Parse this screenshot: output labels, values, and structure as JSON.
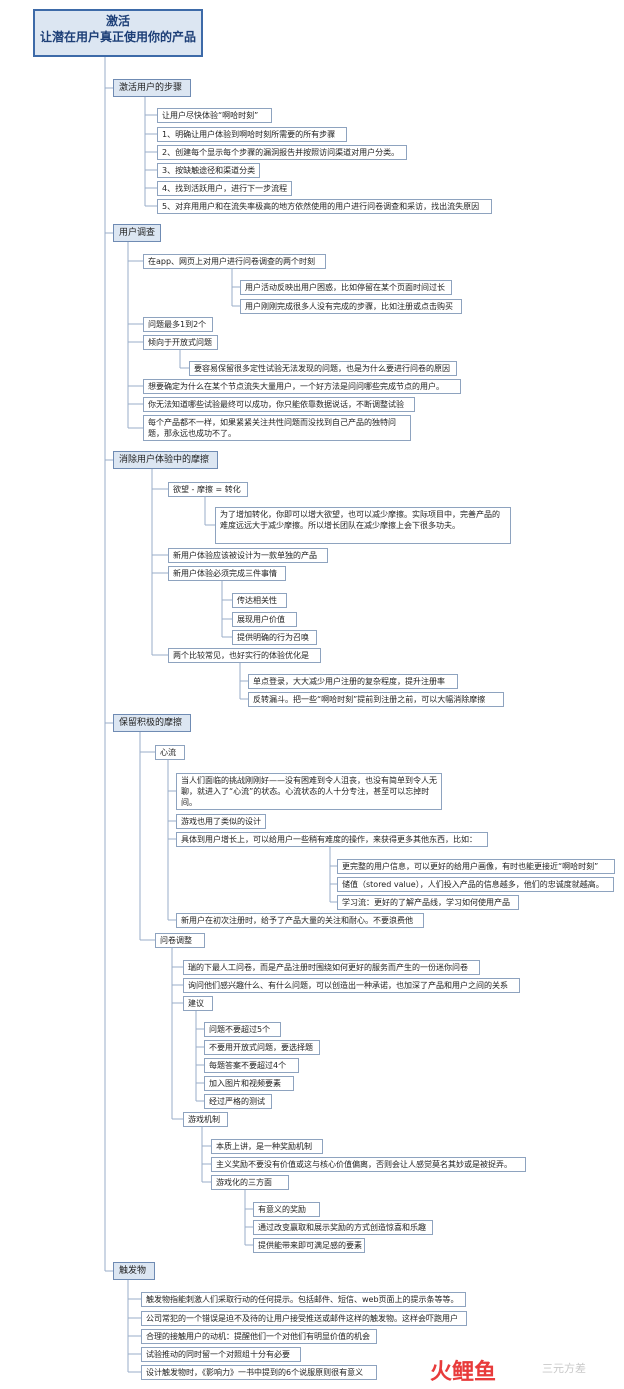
{
  "root": {
    "title_line1": "激活",
    "title_line2": "让潜在用户真正使用你的产品"
  },
  "sections": {
    "s1": "激活用户的步骤",
    "s2": "用户调查",
    "s3": "消除用户体验中的摩擦",
    "s4": "保留积极的摩擦",
    "s5": "触发物"
  },
  "steps": {
    "intro": "让用户尽快体验“啊哈时刻”",
    "i1": "1、明确让用户体验到啊哈时刻所需要的所有步骤",
    "i2": "2、创建每个显示每个步骤的漏洞报告并按照访问渠道对用户分类。",
    "i3": "3、按缺触途径和渠道分类",
    "i4": "4、找到活跃用户，进行下一步流程",
    "i5": "5、对弃用用户和在流失率极高的地方依然使用的用户进行问卷调查和采访，找出流失原因"
  },
  "survey": {
    "when": "在app、网页上对用户进行问卷调查的两个时刻",
    "when1": "用户活动反映出用户困惑，比如停留在某个页面时间过长",
    "when2": "用户刚刚完成很多人没有完成的步骤，比如注册或点击购买",
    "count": "问题最多1到2个",
    "open": "倾向于开放式问题",
    "open_reason": "要容易保留很多定性试验无法发现的问题，也是为什么要进行问卷的原因",
    "drop": "想要确定为什么在某个节点流失大量用户，一个好方法是问问哪些完成节点的用户。",
    "unknown": "你无法知道哪些试验最终可以成功，你只能依靠数据说话，不断调整试验",
    "unique": "每个产品都不一样，如果紧紧关注共性问题而没找到自己产品的独特问题，那永远也成功不了。"
  },
  "friction": {
    "formula": "欲望 - 摩擦 = 转化",
    "formula_note": "为了增加转化，你即可以增大欲望，也可以减少摩擦。实际项目中，完善产品的难度远远大于减少摩擦。所以增长团队在减少摩擦上会下很多功夫。",
    "single": "新用户体验应该被设计为一款单独的产品",
    "three": "新用户体验必须完成三件事情",
    "three1": "传达相关性",
    "three2": "展现用户价值",
    "three3": "提供明确的行为召唤",
    "common": "两个比较常见，也好实行的体验优化是",
    "common1": "单点登录，大大减少用户注册的复杂程度，提升注册率",
    "common2": "反转漏斗。把一些“啊哈时刻”提前到注册之前，可以大幅消除摩擦"
  },
  "positive": {
    "flow": "心流",
    "flow_desc": "当人们面临的挑战刚刚好——没有困难到令人沮丧，也没有简单到令人无聊，就进入了“心流”的状态。心流状态的人十分专注，甚至可以忘掉时间。",
    "game": "游戏也用了类似的设计",
    "growth": "具体到用户增长上，可以给用户一些稍有难度的操作，来获得更多其他东西，比如：",
    "growth1": "更完整的用户信息，可以更好的给用户画像，有时也能更接近“啊哈时刻”",
    "growth2": "储值（stored value），人们投入产品的信息越多，他们的忠诚度就越高。",
    "growth3": "学习流：更好的了解产品线，学习如何使用产品",
    "first": "新用户在初次注册时，给予了产品大量的关注和耐心。不要浪费他",
    "quest": "问卷调整",
    "q1": "瑞的下最人工问卷，而是产品注册时围绕如何更好的服务而产生的一份迷你问卷",
    "q2": "询问他们感兴趣什么、有什么问题，可以创造出一种承诺，也加深了产品和用户之间的关系",
    "advice": "建议",
    "a1": "问题不要超过5个",
    "a2": "不要用开放式问题，要选择题",
    "a3": "每题答案不要超过4个",
    "a4": "加入图片和视频要素",
    "a5": "经过严格的测试",
    "mech": "游戏机制",
    "m1": "本质上讲，是一种奖励机制",
    "m2": "主义奖励不要没有价值或这与核心价值偏离，否则会让人感觉莫名其妙或是被捉弄。",
    "m3": "游戏化的三方面",
    "g1": "有意义的奖励",
    "g2": "通过改变赢取和展示奖励的方式创造惊喜和乐趣",
    "g3": "提供能带来即可满足感的要素"
  },
  "trigger": {
    "t1": "触发物指能刺激人们采取行动的任何提示。包括邮件、短信、web页面上的提示条等等。",
    "t2": "公司常犯的一个错误是迫不及待的让用户接受推送或邮件这样的触发物。这样会吓跑用户",
    "t3": "合理的接触用户的动机：提醒他们一个对他们有明显价值的机会",
    "t4": "试验推动的同时留一个对照组十分有必要",
    "t5": "设计触发物时，《影响力》一书中提到的6个说服原则很有意义"
  },
  "watermark": {
    "brand": "火鲤鱼",
    "author": "三元方差"
  },
  "colors": {
    "line": "#9aaec8",
    "section_fill": "#dce6f2",
    "root_border": "#3d6aa8",
    "root_text": "#1d3f77",
    "wm_red": "#e83b3b",
    "wm_cyan": "#3cc3d6"
  }
}
